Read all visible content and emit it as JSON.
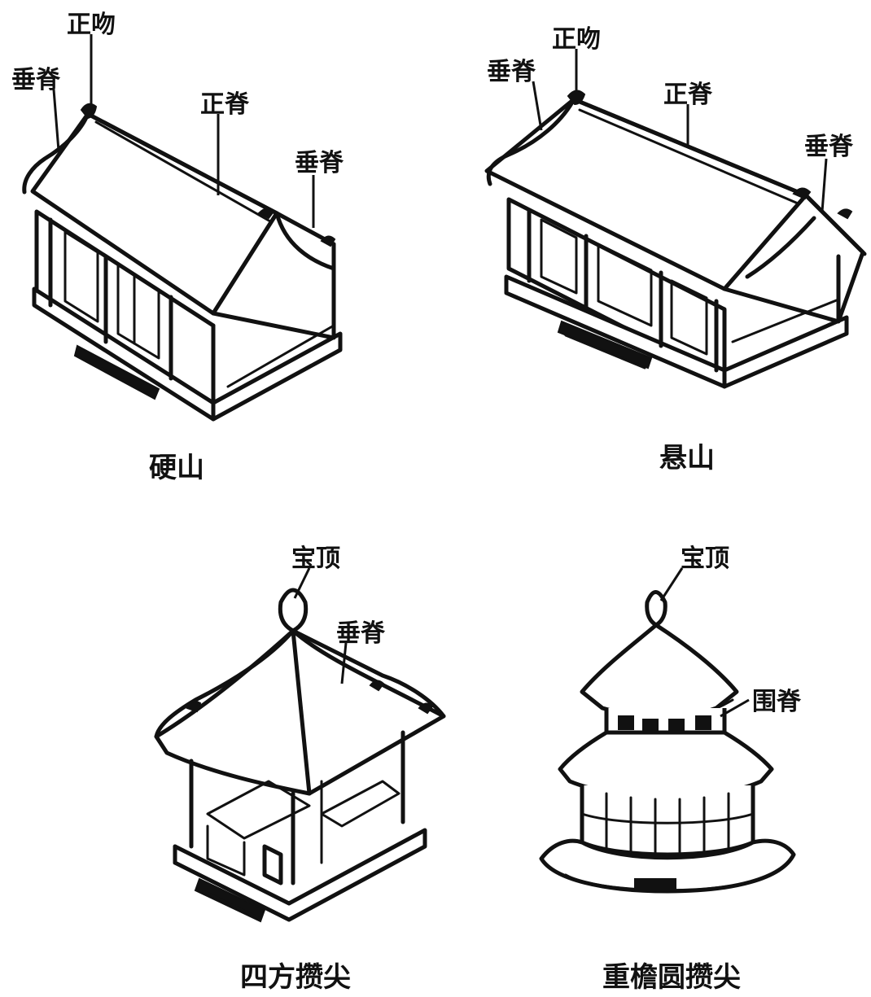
{
  "diagrams": [
    {
      "caption": "硬山",
      "labels": {
        "finial": "正吻",
        "ridge_left": "垂脊",
        "main_ridge": "正脊",
        "ridge_right": "垂脊"
      }
    },
    {
      "caption": "悬山",
      "labels": {
        "finial": "正吻",
        "ridge_left": "垂脊",
        "main_ridge": "正脊",
        "ridge_right": "垂脊"
      }
    },
    {
      "caption": "四方攒尖",
      "labels": {
        "top": "宝顶",
        "ridge": "垂脊"
      }
    },
    {
      "caption": "重檐圆攒尖",
      "labels": {
        "top": "宝顶",
        "ridge": "围脊"
      }
    }
  ]
}
